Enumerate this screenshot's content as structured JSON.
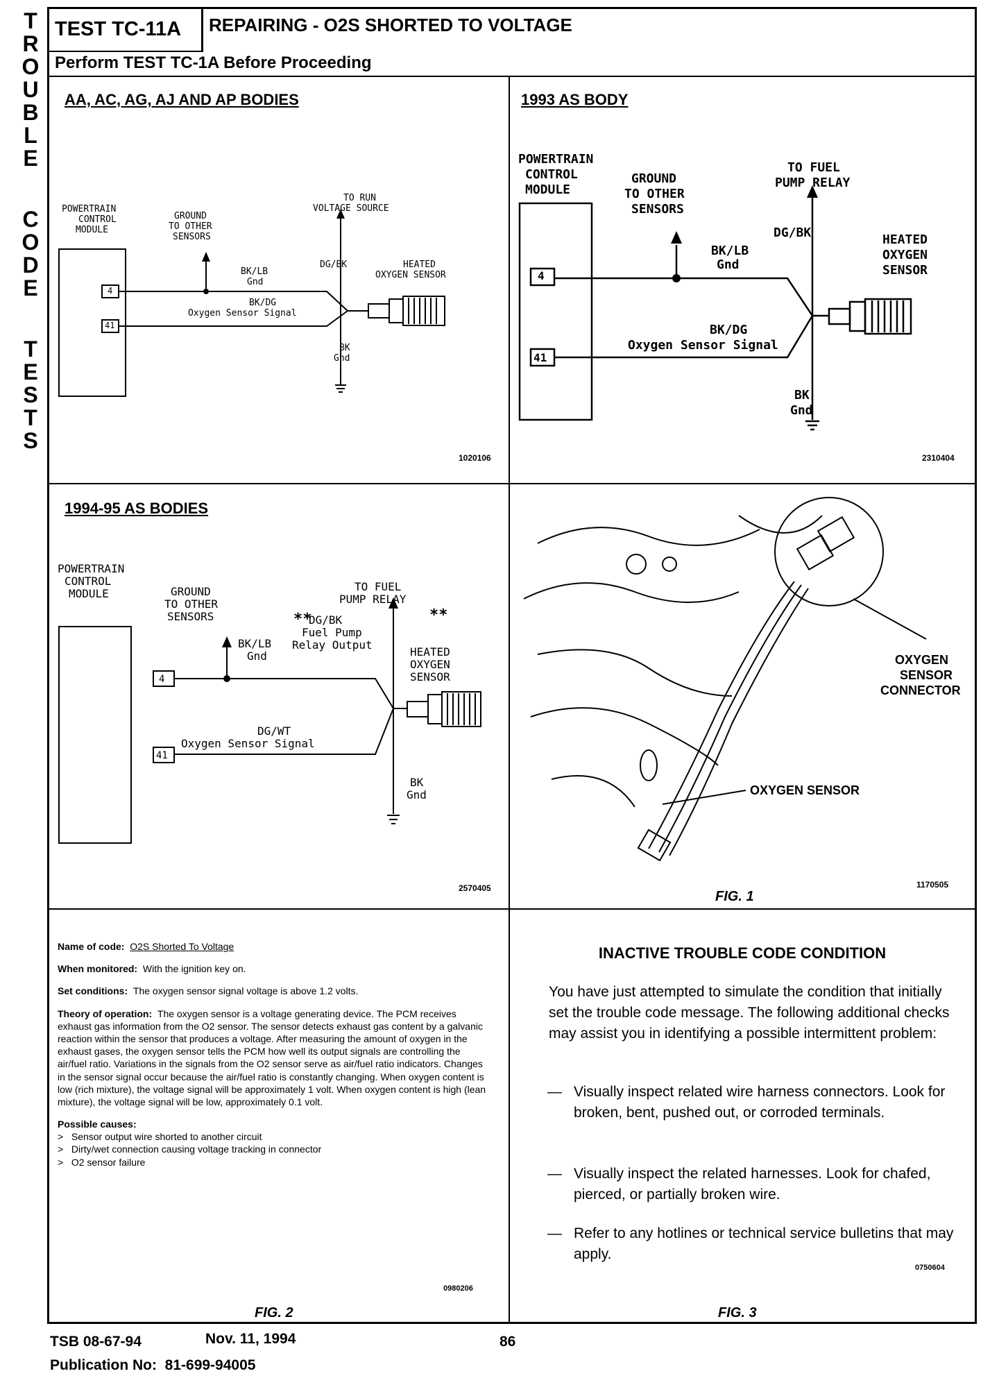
{
  "side_label": [
    "T",
    "R",
    "O",
    "U",
    "B",
    "L",
    "E",
    "",
    "C",
    "O",
    "D",
    "E",
    "",
    "T",
    "E",
    "S",
    "T",
    "S"
  ],
  "header": {
    "test_id": "TEST TC-11A",
    "title": "REPAIRING - O2S SHORTED TO VOLTAGE",
    "subtitle": "Perform TEST TC-1A Before Proceeding"
  },
  "panel_a": {
    "title": "AA, AC, AG, AJ AND AP BODIES",
    "pcm": [
      "POWERTRAIN",
      "CONTROL",
      "MODULE"
    ],
    "ground": [
      "GROUND",
      "TO OTHER",
      "SENSORS"
    ],
    "run": [
      "TO RUN",
      "VOLTAGE SOURCE"
    ],
    "sensor": [
      "HEATED",
      "OXYGEN SENSOR"
    ],
    "pin4": "4",
    "pin41": "41",
    "w1": "BK/LB",
    "w1b": "Gnd",
    "w2": "BK/DG",
    "w2b": "Oxygen Sensor Signal",
    "w3": "DG/BK",
    "w4": "BK",
    "w4b": "Gnd",
    "id": "1020106"
  },
  "panel_b": {
    "title": "1993 AS BODY",
    "pcm": [
      "POWERTRAIN",
      "CONTROL",
      "MODULE"
    ],
    "ground": [
      "GROUND",
      "TO OTHER",
      "SENSORS"
    ],
    "fuel": [
      "TO FUEL",
      "PUMP RELAY"
    ],
    "sensor": [
      "HEATED",
      "OXYGEN",
      "SENSOR"
    ],
    "pin4": "4",
    "pin41": "41",
    "w1": "BK/LB",
    "w1b": "Gnd",
    "w2": "BK/DG",
    "w2b": "Oxygen Sensor Signal",
    "w3": "DG/BK",
    "w4": "BK",
    "w4b": "Gnd",
    "id": "2310404"
  },
  "panel_c": {
    "title": "1994-95 AS BODIES",
    "pcm": [
      "POWERTRAIN",
      "CONTROL",
      "MODULE"
    ],
    "ground": [
      "GROUND",
      "TO OTHER",
      "SENSORS"
    ],
    "fuel": [
      "TO FUEL",
      "PUMP RELAY"
    ],
    "sensor": [
      "HEATED",
      "OXYGEN",
      "SENSOR"
    ],
    "stars": "**",
    "pin4": "4",
    "pin41": "41",
    "w1": "BK/LB",
    "w1b": "Gnd",
    "w2": "DG/WT",
    "w2b": "Oxygen Sensor Signal",
    "w3": [
      "DG/BK",
      "Fuel Pump",
      "Relay Output"
    ],
    "w4": "BK",
    "w4b": "Gnd",
    "id": "2570405"
  },
  "panel_d": {
    "callout_connector": [
      "OXYGEN",
      "SENSOR",
      "CONNECTOR"
    ],
    "callout_sensor": "OXYGEN SENSOR",
    "id": "1170505",
    "fig": "FIG. 1"
  },
  "code_info": {
    "name_label": "Name of code:",
    "name_value": "O2S Shorted To Voltage",
    "when_label": "When monitored:",
    "when_value": "With the ignition key on.",
    "set_label": "Set conditions:",
    "set_value": "The oxygen sensor signal voltage is above 1.2 volts.",
    "theory_label": "Theory of operation:",
    "theory_value": "The oxygen sensor is a voltage generating device. The PCM receives exhaust gas information from the O2 sensor. The sensor detects exhaust gas content by a galvanic reaction within the sensor that produces a voltage. After measuring the amount of oxygen in the exhaust gases, the oxygen sensor tells the PCM how well its output signals are controlling the air/fuel ratio. Variations in the signals from the O2 sensor serve as air/fuel ratio indicators. Changes in the sensor signal occur because the air/fuel ratio is constantly changing. When oxygen content is low (rich mixture), the voltage signal will be approximately 1 volt. When oxygen content is high (lean mixture), the voltage signal will be low, approximately 0.1 volt.",
    "causes_label": "Possible causes:",
    "causes": [
      "Sensor output wire shorted to another circuit",
      "Dirty/wet connection causing voltage tracking in connector",
      "O2 sensor failure"
    ],
    "bullet": ">",
    "id": "0980206",
    "fig": "FIG. 2"
  },
  "inactive": {
    "title": "INACTIVE TROUBLE CODE CONDITION",
    "intro": "You have just attempted to simulate the condition that initially set the trouble code message. The following additional checks may assist you in identifying a possible intermittent problem:",
    "dash": "—",
    "items": [
      "Visually inspect related wire harness connectors. Look for broken, bent, pushed out, or corroded terminals.",
      "Visually inspect the related harnesses. Look for chafed, pierced, or partially broken wire.",
      "Refer to any hotlines or technical service bulletins that may apply."
    ],
    "id": "0750604",
    "fig": "FIG. 3"
  },
  "footer": {
    "tsb": "TSB 08-67-94",
    "date": "Nov. 11, 1994",
    "page": "86",
    "pub_label": "Publication No:",
    "pub_value": "81-699-94005"
  }
}
